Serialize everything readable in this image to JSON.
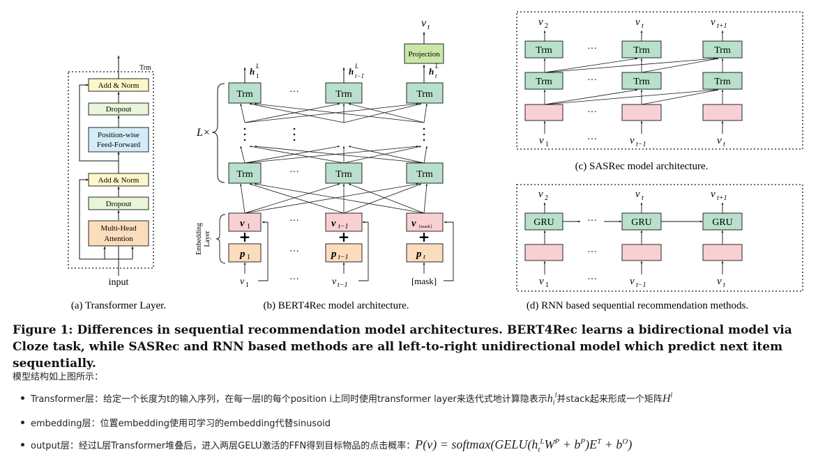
{
  "panel_a": {
    "trm_label": "Trm",
    "add_norm_top": "Add & Norm",
    "dropout_top": "Dropout",
    "ffn_line1": "Position-wise",
    "ffn_line2": "Feed-Forward",
    "add_norm_bottom": "Add & Norm",
    "dropout_bottom": "Dropout",
    "mha_line1": "Multi-Head",
    "mha_line2": "Attention",
    "input_label": "input",
    "caption": "(a) Transformer Layer."
  },
  "panel_b": {
    "output_label": "v",
    "output_sub": "t",
    "projection": "Projection",
    "trm": "Trm",
    "h_1": "h",
    "h_1_sub": "1",
    "h_sup": "L",
    "h_tm1_sub": "t−1",
    "h_t_sub": "t",
    "lx": "L×",
    "ellipsis": "···",
    "embedding_layer_1": "Embedding",
    "embedding_layer_2": "Layer",
    "v": "v",
    "v1_sub": "1",
    "vtm1_sub": "t−1",
    "vmask_sub": "[mask]",
    "p": "p",
    "p1_sub": "1",
    "ptm1_sub": "t−1",
    "pt_sub": "t",
    "plus": "+",
    "in_v1": "v",
    "in_v1_sub": "1",
    "in_vtm1_sub": "t−1",
    "in_mask": "[mask]",
    "caption": "(b) BERT4Rec model architecture."
  },
  "panel_c": {
    "top_v2_sub": "2",
    "top_vt_sub": "t",
    "top_vt1_sub": "t+1",
    "trm": "Trm",
    "ellipsis": "···",
    "bot_v1_sub": "1",
    "bot_vtm1_sub": "t−1",
    "bot_vt_sub": "t",
    "caption": "(c) SASRec model architecture."
  },
  "panel_d": {
    "top_v2_sub": "2",
    "top_vt_sub": "t",
    "top_vt1_sub": "t+1",
    "gru": "GRU",
    "ellipsis": "···",
    "bot_v1_sub": "1",
    "bot_vtm1_sub": "t−1",
    "bot_vt_sub": "t",
    "caption": "(d) RNN based sequential recommendation methods."
  },
  "figure_caption": "Figure 1: Differences in sequential recommendation model architectures. BERT4Rec learns a bidirectional model via Cloze task, while SASRec and RNN based methods are all left-to-right unidirectional model which predict next item sequentially.",
  "intro": "模型结构如上图所示：",
  "bullets": {
    "b1_text": "Transformer层：给定一个长度为t的输入序列，在每一层l的每个position i上同时使用transformer layer来迭代式地计算隐表示",
    "b1_after": "并stack起来形成一个矩阵",
    "b2_text": "embedding层：位置embedding使用可学习的embedding代替sinusoid",
    "b3_text": "output层：经过L层Transformer堆叠后，进入两层GELU激活的FFN得到目标物品的点击概率：",
    "b3_formula": "P(v) = softmax(GELU(h"
  },
  "colors": {
    "yellow": "#fbf7c8",
    "green_light": "#e8f5d8",
    "blue": "#d4ecf7",
    "orange": "#fbdcbc",
    "trm_green": "#b8e0cc",
    "pink": "#f8d0d4",
    "proj_green": "#c9e8a8"
  }
}
